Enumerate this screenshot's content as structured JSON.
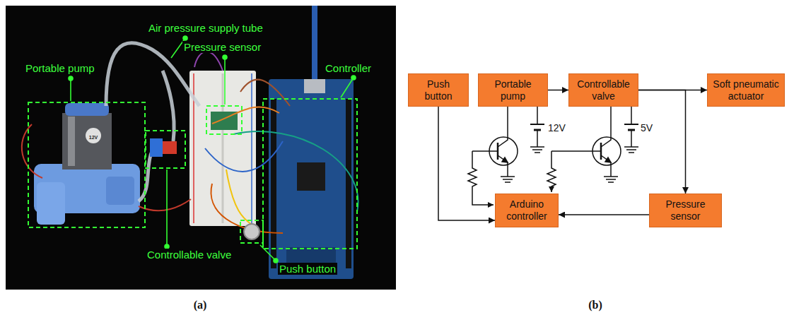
{
  "diagram": {
    "nodes": [
      {
        "text": [
          "Push button"
        ]
      },
      {
        "text": [
          "Portable pump"
        ]
      },
      {
        "text": [
          "Controllable valve"
        ]
      },
      {
        "text": [
          "Soft pneumatic actuator"
        ]
      },
      {
        "text": [
          "Arduino controller"
        ]
      },
      {
        "text": [
          "Pressure sensor"
        ]
      }
    ],
    "edges": [
      {
        "from": 1,
        "to": 2,
        "arrow": "to"
      },
      {
        "from": 2,
        "to": 3,
        "arrow": "to"
      },
      {
        "from": 2,
        "to": 5,
        "arrow": "to"
      },
      {
        "from": 0,
        "to": 4,
        "arrow": "to"
      },
      {
        "from": 5,
        "to": 4,
        "arrow": "to"
      }
    ],
    "labels": [
      "Air pressure supply tube",
      "Pressure sensor",
      "Portable pump",
      "Controller",
      "12V",
      "Controllable valve",
      "Push button",
      "(a)",
      "12V",
      "5V",
      "(b)"
    ]
  }
}
